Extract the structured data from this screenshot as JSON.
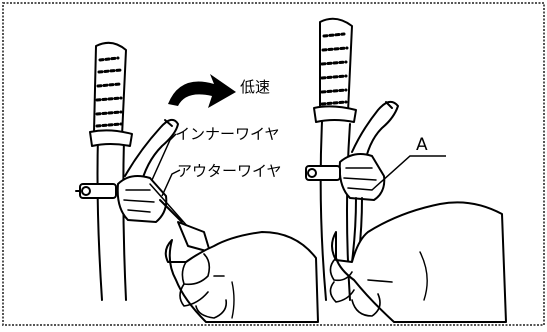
{
  "figure": {
    "labels": {
      "low_speed": "低速",
      "inner_wire": "インナーワイヤ",
      "outer_wire": "アウターワイヤ",
      "marker_a": "A"
    },
    "colors": {
      "ink": "#000000",
      "paper": "#ffffff",
      "frame": "#555555"
    }
  }
}
